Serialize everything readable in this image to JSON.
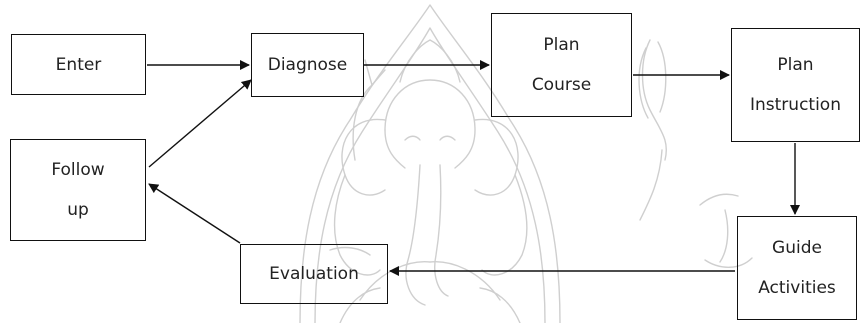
{
  "diagram": {
    "nodes": {
      "enter": {
        "lines": [
          "Enter"
        ]
      },
      "diagnose": {
        "lines": [
          "Diagnose"
        ]
      },
      "plan_course": {
        "lines": [
          "Plan",
          "Course"
        ]
      },
      "plan_instruction": {
        "lines": [
          "Plan",
          "Instruction"
        ]
      },
      "guide_activities": {
        "lines": [
          "Guide",
          "Activities"
        ]
      },
      "evaluation": {
        "lines": [
          "Evaluation"
        ]
      },
      "follow_up": {
        "lines": [
          "Follow",
          "up"
        ]
      }
    },
    "edges": [
      {
        "from": "enter",
        "to": "diagnose"
      },
      {
        "from": "diagnose",
        "to": "plan_course"
      },
      {
        "from": "plan_course",
        "to": "plan_instruction"
      },
      {
        "from": "plan_instruction",
        "to": "guide_activities"
      },
      {
        "from": "guide_activities",
        "to": "evaluation"
      },
      {
        "from": "evaluation",
        "to": "follow_up"
      },
      {
        "from": "follow_up",
        "to": "diagnose"
      }
    ],
    "colors": {
      "box_border": "#111111",
      "arrow": "#111111",
      "text": "#222222",
      "watermark": "#c8c8c8"
    }
  }
}
